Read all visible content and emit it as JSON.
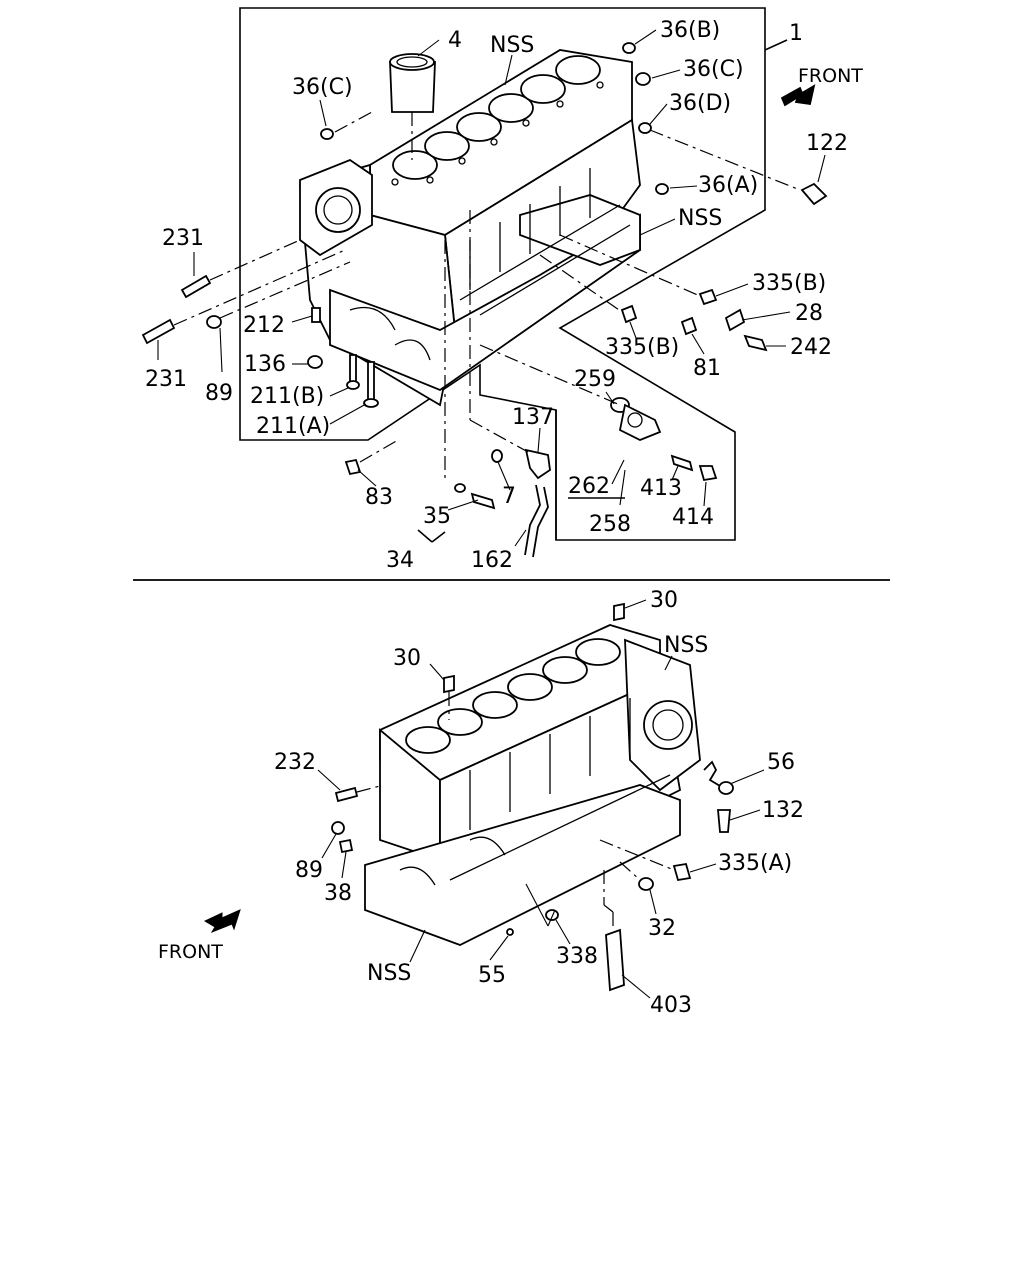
{
  "top": {
    "front_label": "FRONT",
    "labels": {
      "l1": "1",
      "l4": "4",
      "nss_top": "NSS",
      "l36b": "36(B)",
      "l36c_right": "36(C)",
      "l36d": "36(D)",
      "l36a": "36(A)",
      "l36c_left": "36(C)",
      "l122": "122",
      "nss_mid": "NSS",
      "l231_top": "231",
      "l231_bottom": "231",
      "l212": "212",
      "l136": "136",
      "l89": "89",
      "l211b": "211(B)",
      "l211a": "211(A)",
      "l335b_right": "335(B)",
      "l28": "28",
      "l242": "242",
      "l335b_lower": "335(B)",
      "l81": "81",
      "l259": "259",
      "l137": "137",
      "l262": "262",
      "l413": "413",
      "l258": "258",
      "l414": "414",
      "l83": "83",
      "l7": "7",
      "l35": "35",
      "l34": "34",
      "l162": "162"
    }
  },
  "bottom": {
    "front_label": "FRONT",
    "labels": {
      "l30_top": "30",
      "l30_left": "30",
      "nss_right": "NSS",
      "l232": "232",
      "l56": "56",
      "l132": "132",
      "l89": "89",
      "l38": "38",
      "l335a": "335(A)",
      "l32": "32",
      "nss_bottom": "NSS",
      "l55": "55",
      "l338": "338",
      "l403": "403"
    }
  }
}
